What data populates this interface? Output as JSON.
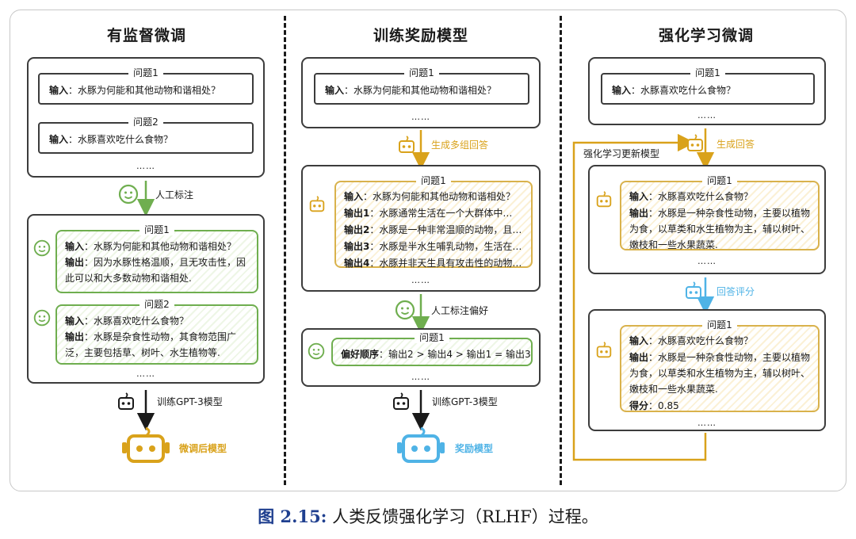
{
  "caption": {
    "number": "图 2.15:",
    "text": "人类反馈强化学习（RLHF）过程。"
  },
  "colors": {
    "green": "#6fae4f",
    "yellow": "#d9a21b",
    "blue": "#4fb3e6",
    "dark": "#3c3c3c"
  },
  "sft": {
    "title": "有监督微调",
    "top_panel": {
      "q1": {
        "title": "问题1",
        "input_key": "输入",
        "input": "：水豚为何能和其他动物和谐相处？"
      },
      "q2": {
        "title": "问题2",
        "input_key": "输入",
        "input": "：水豚喜欢吃什么食物？"
      },
      "more": "……"
    },
    "annotate_label": "人工标注",
    "bottom_panel": {
      "q1": {
        "title": "问题1",
        "input_key": "输入",
        "input": "：水豚为何能和其他动物和谐相处？",
        "output_key": "输出",
        "output_l1": "：因为水豚性格温顺，且无攻击性，因",
        "output_l2": "此可以和大多数动物和谐相处."
      },
      "q2": {
        "title": "问题2",
        "input_key": "输入",
        "input": "：水豚喜欢吃什么食物？",
        "output_key": "输出",
        "output_l1": "：水豚是杂食性动物，其食物范围广",
        "output_l2": "泛，主要包括草、树叶、水生植物等."
      },
      "more": "……"
    },
    "train_label": "训练GPT-3模型",
    "result_label": "微调后模型"
  },
  "rm": {
    "title": "训练奖励模型",
    "top_panel": {
      "q1": {
        "title": "问题1",
        "input_key": "输入",
        "input": "：水豚为何能和其他动物和谐相处？"
      },
      "more": "……"
    },
    "generate_label": "生成多组回答",
    "mid_panel": {
      "q1": {
        "title": "问题1",
        "input_key": "输入",
        "input": "：水豚为何能和其他动物和谐相处？",
        "o1_key": "输出1",
        "o1": "：水豚通常生活在一个大群体中…",
        "o2_key": "输出2",
        "o2": "：水豚是一种非常温顺的动物，且…",
        "o3_key": "输出3",
        "o3": "：水豚是半水生哺乳动物，生活在…",
        "o4_key": "输出4",
        "o4": "：水豚并非天生具有攻击性的动物…"
      },
      "more": "……"
    },
    "pref_label": "人工标注偏好",
    "bottom_panel": {
      "q1": {
        "title": "问题1",
        "pref_key": "偏好顺序",
        "pref": "：输出2 > 输出4 > 输出1 = 输出3"
      },
      "more": "……"
    },
    "train_label": "训练GPT-3模型",
    "result_label": "奖励模型"
  },
  "rl": {
    "title": "强化学习微调",
    "top_panel": {
      "q1": {
        "title": "问题1",
        "input_key": "输入",
        "input": "：水豚喜欢吃什么食物？"
      },
      "more": "……"
    },
    "update_label": "强化学习更新模型",
    "generate_label": "生成回答",
    "mid_panel": {
      "q1": {
        "title": "问题1",
        "input_key": "输入",
        "input": "：水豚喜欢吃什么食物？",
        "output_key": "输出",
        "output_l1": "：水豚是一种杂食性动物，主要以植物",
        "output_l2": "为食，以草类和水生植物为主，辅以树叶、",
        "output_l3": "嫩枝和一些水果蔬菜."
      },
      "more": "……"
    },
    "score_label": "回答评分",
    "bottom_panel": {
      "q1": {
        "title": "问题1",
        "input_key": "输入",
        "input": "：水豚喜欢吃什么食物？",
        "output_key": "输出",
        "output_l1": "：水豚是一种杂食性动物，主要以植物",
        "output_l2": "为食，以草类和水生植物为主，辅以树叶、",
        "output_l3": "嫩枝和一些水果蔬菜.",
        "score_key": "得分",
        "score": "：0.85"
      },
      "more": "……"
    }
  }
}
